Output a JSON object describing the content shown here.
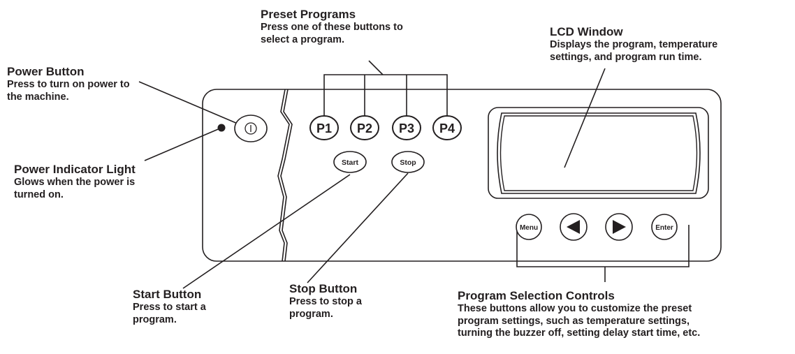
{
  "callouts": {
    "preset_programs": {
      "title": "Preset Programs",
      "lines": [
        "Press one of these buttons to",
        "select a program."
      ]
    },
    "lcd_window": {
      "title": "LCD Window",
      "lines": [
        "Displays the program, temperature",
        "settings, and program run time."
      ]
    },
    "power_button": {
      "title": "Power Button",
      "lines": [
        "Press to turn on power to",
        "the machine."
      ]
    },
    "power_indicator": {
      "title": "Power Indicator Light",
      "lines": [
        "Glows when the power is",
        "turned on."
      ]
    },
    "start_button": {
      "title": "Start Button",
      "lines": [
        "Press to start a",
        "program."
      ]
    },
    "stop_button": {
      "title": "Stop Button",
      "lines": [
        "Press to stop a",
        "program."
      ]
    },
    "program_selection": {
      "title": "Program Selection Controls",
      "lines": [
        "These buttons allow you to customize the preset",
        "program settings, such as temperature settings,",
        "turning the buzzer off, setting delay start time, etc."
      ]
    }
  },
  "panel": {
    "power_button_symbol": "power-icon",
    "preset_buttons": [
      "P1",
      "P2",
      "P3",
      "P4"
    ],
    "start_label": "Start",
    "stop_label": "Stop",
    "menu_label": "Menu",
    "left_arrow": "left-arrow-icon",
    "right_arrow": "right-arrow-icon",
    "enter_label": "Enter"
  },
  "colors": {
    "ink": "#231f20",
    "background": "#ffffff"
  }
}
